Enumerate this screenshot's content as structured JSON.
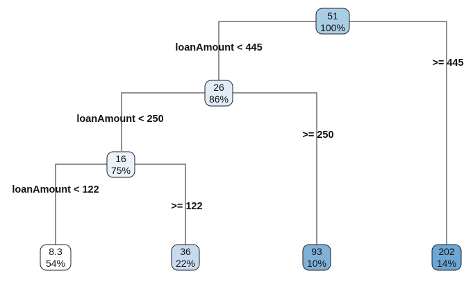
{
  "tree": {
    "nodes": {
      "root": {
        "value": "51",
        "percent": "100%",
        "color": "#a9cde5"
      },
      "n26": {
        "value": "26",
        "percent": "86%",
        "color": "#e1ecf7"
      },
      "n16": {
        "value": "16",
        "percent": "75%",
        "color": "#eaf1fa"
      },
      "leaf83": {
        "value": "8.3",
        "percent": "54%",
        "color": "#ffffff"
      },
      "leaf36": {
        "value": "36",
        "percent": "22%",
        "color": "#c8daf0"
      },
      "leaf93": {
        "value": "93",
        "percent": "10%",
        "color": "#7fb0d8"
      },
      "leaf202": {
        "value": "202",
        "percent": "14%",
        "color": "#6ba6d4"
      }
    },
    "splits": {
      "root_left": "loanAmount < 445",
      "root_right": ">= 445",
      "n26_left": "loanAmount < 250",
      "n26_right": ">= 250",
      "n16_left": "loanAmount < 122",
      "n16_right": ">= 122"
    }
  }
}
